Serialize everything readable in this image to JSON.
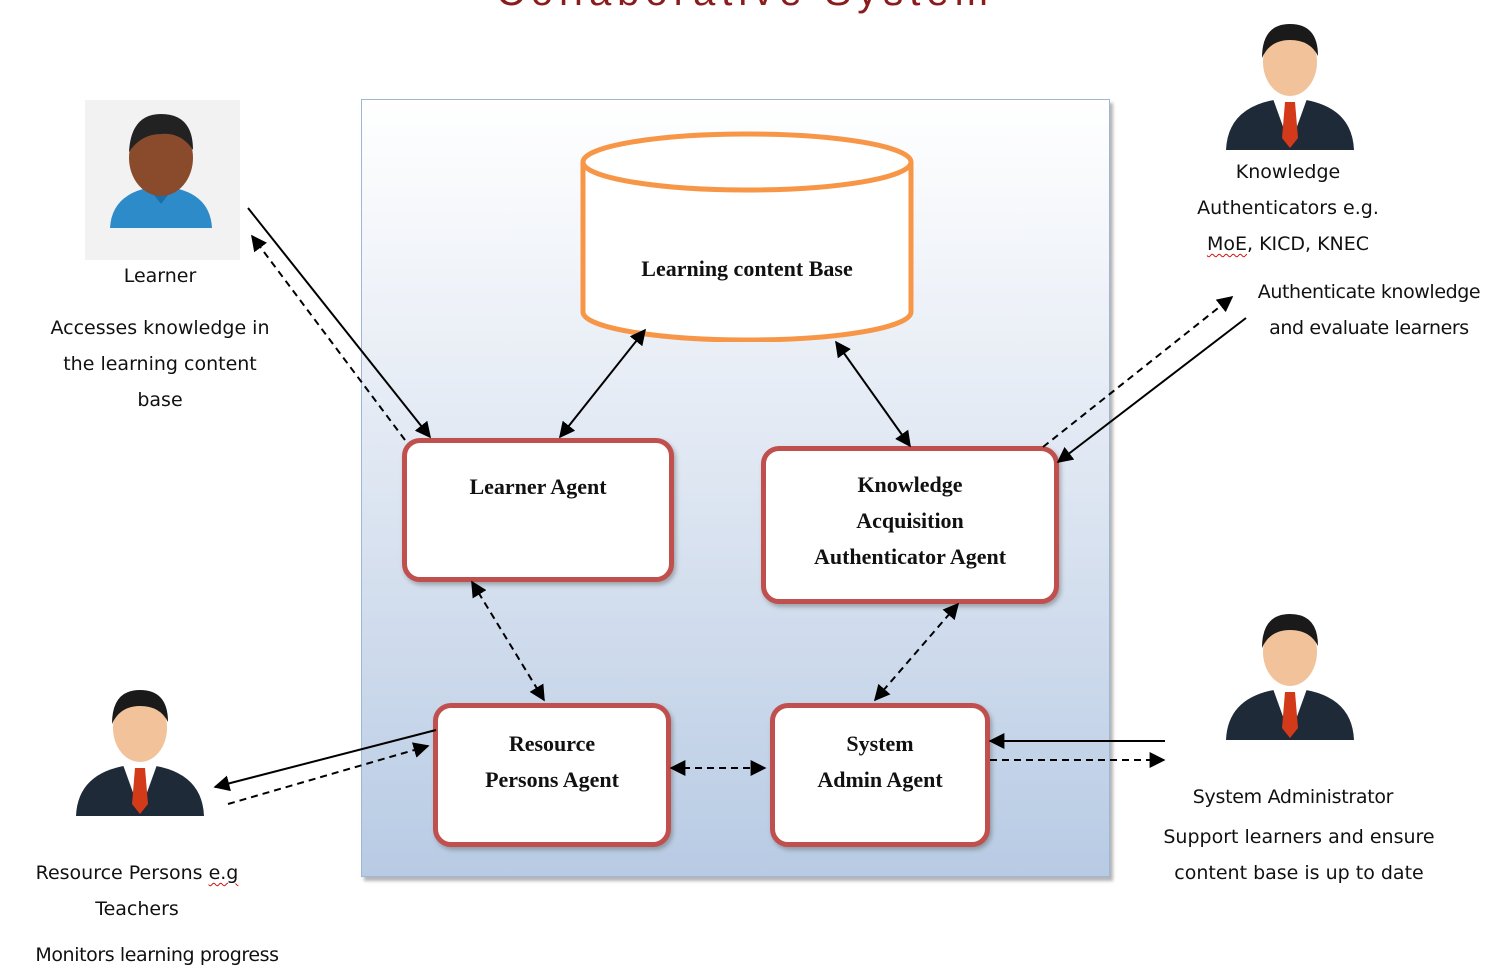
{
  "title_fragment": "Collaborative System",
  "database": {
    "label": "Learning content Base"
  },
  "agents": {
    "learner": [
      "Learner Agent"
    ],
    "knowledge": [
      "Knowledge",
      "Acquisition",
      "Authenticator Agent"
    ],
    "resource": [
      "Resource",
      "Persons Agent"
    ],
    "admin": [
      "System",
      "Admin Agent"
    ]
  },
  "actors": {
    "learner": {
      "name": "Learner",
      "desc": [
        "Accesses knowledge in",
        "the learning content",
        "base"
      ]
    },
    "knowledge_auth": {
      "name_lines": [
        "Knowledge",
        "Authenticators e.g."
      ],
      "orgs_abbr": "MoE",
      "orgs_rest": ", KICD, KNEC",
      "desc": [
        "Authenticate knowledge",
        "and evaluate learners"
      ]
    },
    "resource_persons": {
      "name_prefix": "Resource Persons ",
      "name_abbr": "e.g",
      "name_line2": "Teachers",
      "desc": "Monitors learning progress"
    },
    "sys_admin": {
      "name": "System Administrator",
      "desc": [
        "Support learners and ensure",
        "content base is up to date"
      ]
    }
  },
  "colors": {
    "agent_border": "#c0504d",
    "db_border": "#f79646",
    "title": "#8a1c1c",
    "system_gradient_bottom": "#b8cbe4"
  },
  "icons": [
    "person-icon",
    "businessman-icon"
  ]
}
